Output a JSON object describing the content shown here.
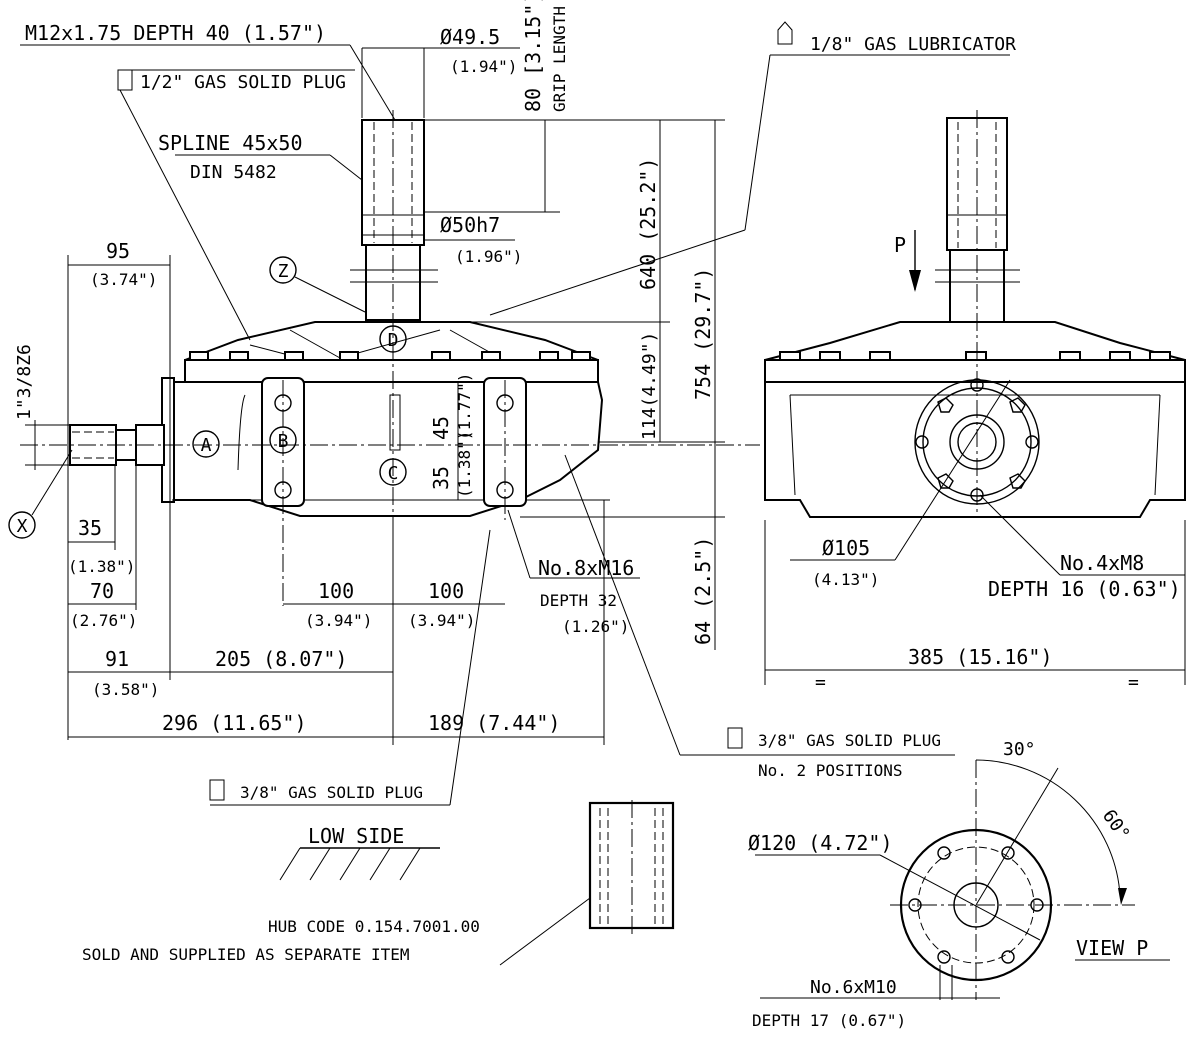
{
  "labels": {
    "thread_top": "M12x1.75 DEPTH 40 (1.57\")",
    "solid_plug_half": "1/2\" GAS SOLID PLUG",
    "spline": "SPLINE 45x50",
    "din": "DIN 5482",
    "dia_49_5": "Ø49.5",
    "dia_49_5_in": "(1.94\")",
    "grip_80": "80 [3.15\"]",
    "grip_length": "GRIP LENGTH",
    "dia_50h7": "Ø50h7",
    "dia_50h7_in": "(1.96\")",
    "lubricator": "1/8\" GAS LUBRICATOR",
    "dim_640": "640 (25.2\")",
    "dim_754": "754 (29.7\")",
    "dim_114": "114(4.49\")",
    "dim_64": "64 (2.5\")",
    "dim_95": "95",
    "dim_95_in": "(3.74\")",
    "shaft_thread": "1\"3/8Z6",
    "dim_35": "35",
    "dim_35_in": "(1.38\")",
    "dim_70": "70",
    "dim_70_in": "(2.76\")",
    "dim_91": "91",
    "dim_91_in": "(3.58\")",
    "dim_205": "205 (8.07\")",
    "dim_296": "296 (11.65\")",
    "dim_189": "189 (7.44\")",
    "dim_100a": "100",
    "dim_100a_in": "(3.94\")",
    "dim_100b": "100",
    "dim_100b_in": "(3.94\")",
    "dim_45": "45",
    "dim_45_in": "(1.77\")",
    "dim_35v": "35",
    "dim_35v_in": "(1.38\")",
    "holes_m16": "No.8xM16",
    "depth_32": "DEPTH 32",
    "depth_32_in": "(1.26\")",
    "dia_105": "Ø105",
    "dia_105_in": "(4.13\")",
    "holes_m8": "No.4xM8",
    "depth_16": "DEPTH 16 (0.63\")",
    "dim_385": "385 (15.16\")",
    "eq_left": "=",
    "eq_right": "=",
    "p_label": "P",
    "plug_3_8_side": "3/8\" GAS SOLID PLUG",
    "positions": "No. 2 POSITIONS",
    "plug_3_8_bottom": "3/8\" GAS SOLID PLUG",
    "low_side": "LOW SIDE",
    "hub_code": "HUB CODE 0.154.7001.00",
    "hub_note": "SOLD AND SUPPLIED AS SEPARATE ITEM",
    "angle_30": "30°",
    "angle_60": "60°",
    "dia_120": "Ø120 (4.72\")",
    "view_p": "VIEW P",
    "holes_m10": "No.6xM10",
    "depth_17": "DEPTH 17 (0.67\")",
    "mark_a": "A",
    "mark_b": "B",
    "mark_c": "C",
    "mark_d": "D",
    "mark_x": "X",
    "mark_z": "Z"
  }
}
